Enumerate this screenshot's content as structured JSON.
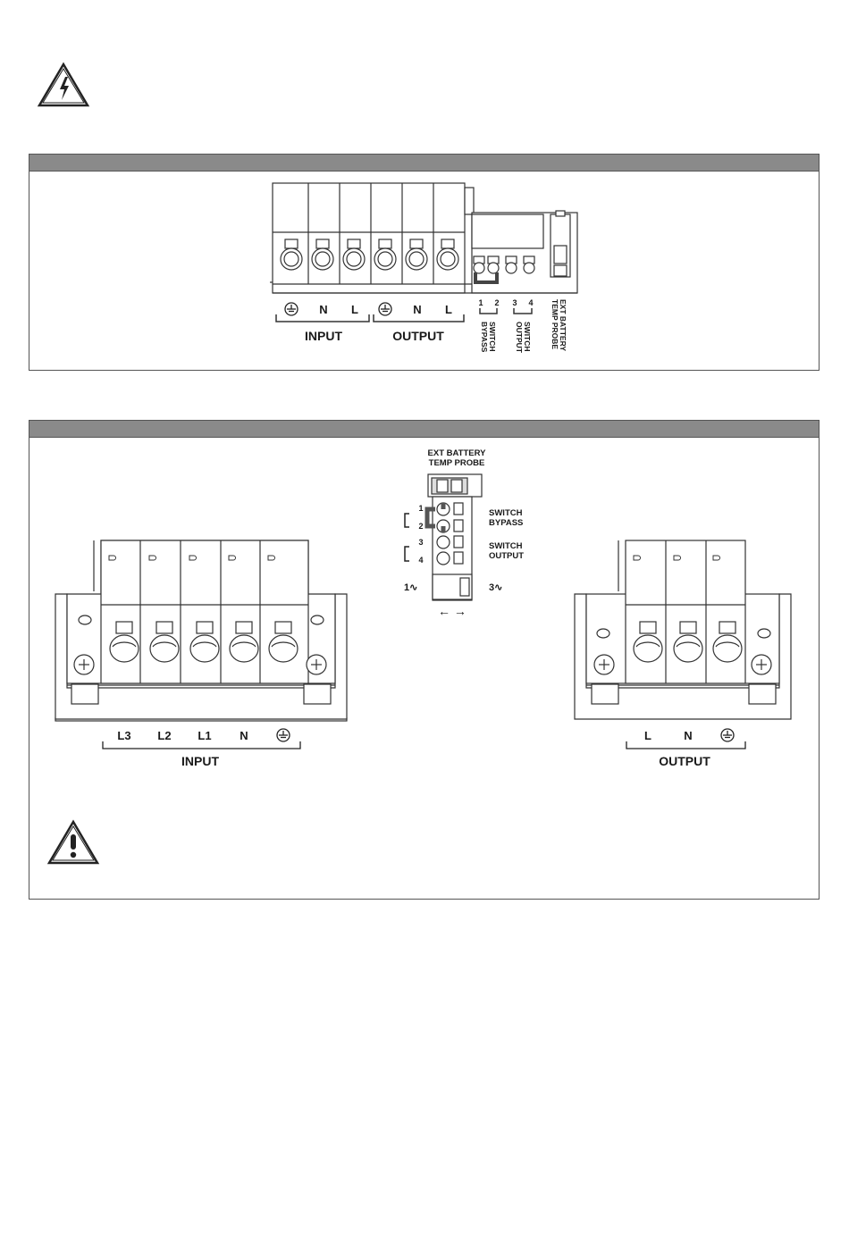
{
  "top_diagram": {
    "terminals": [
      "⏚",
      "N",
      "L",
      "⏚",
      "N",
      "L"
    ],
    "input_label": "INPUT",
    "output_label": "OUTPUT",
    "switch_pins": [
      "1",
      "2",
      "3",
      "4"
    ],
    "switch_bypass": "SWITCH\nBYPASS",
    "switch_output": "SWITCH\nOUTPUT",
    "ext_battery": "EXT BATTERY\nTEMP PROBE"
  },
  "bottom_diagram": {
    "ext_battery": "EXT BATTERY\nTEMP PROBE",
    "pins": [
      "1",
      "2",
      "3",
      "4"
    ],
    "switch_bypass": "SWITCH\nBYPASS",
    "switch_output": "SWITCH\nOUTPUT",
    "phase_left": "1∿",
    "phase_right": "3∿",
    "arrows": "← →",
    "input_terminals": [
      "L3",
      "L2",
      "L1",
      "N",
      "⏚"
    ],
    "input_label": "INPUT",
    "output_terminals": [
      "L",
      "N",
      "⏚"
    ],
    "output_label": "OUTPUT"
  },
  "icons": {
    "top": "electric-shock-warning-icon",
    "bottom": "general-warning-icon"
  }
}
